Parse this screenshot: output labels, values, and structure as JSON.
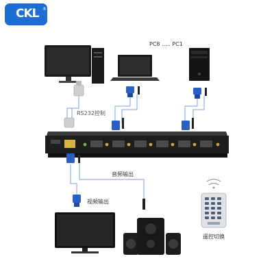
{
  "brand": {
    "name": "CKL",
    "reg_mark": "®"
  },
  "labels": {
    "pc_range": "PC8 ..... PC1",
    "rs232": "RS232控制",
    "audio_out": "音频输出",
    "video_out": "视频输出",
    "remote": "遥控切换"
  },
  "colors": {
    "brand_blue": "#1c6fd0",
    "cable_line": "#7aa3d6",
    "vga_blue": "#2a5fc4",
    "switch_body": "#1e1e1e"
  }
}
